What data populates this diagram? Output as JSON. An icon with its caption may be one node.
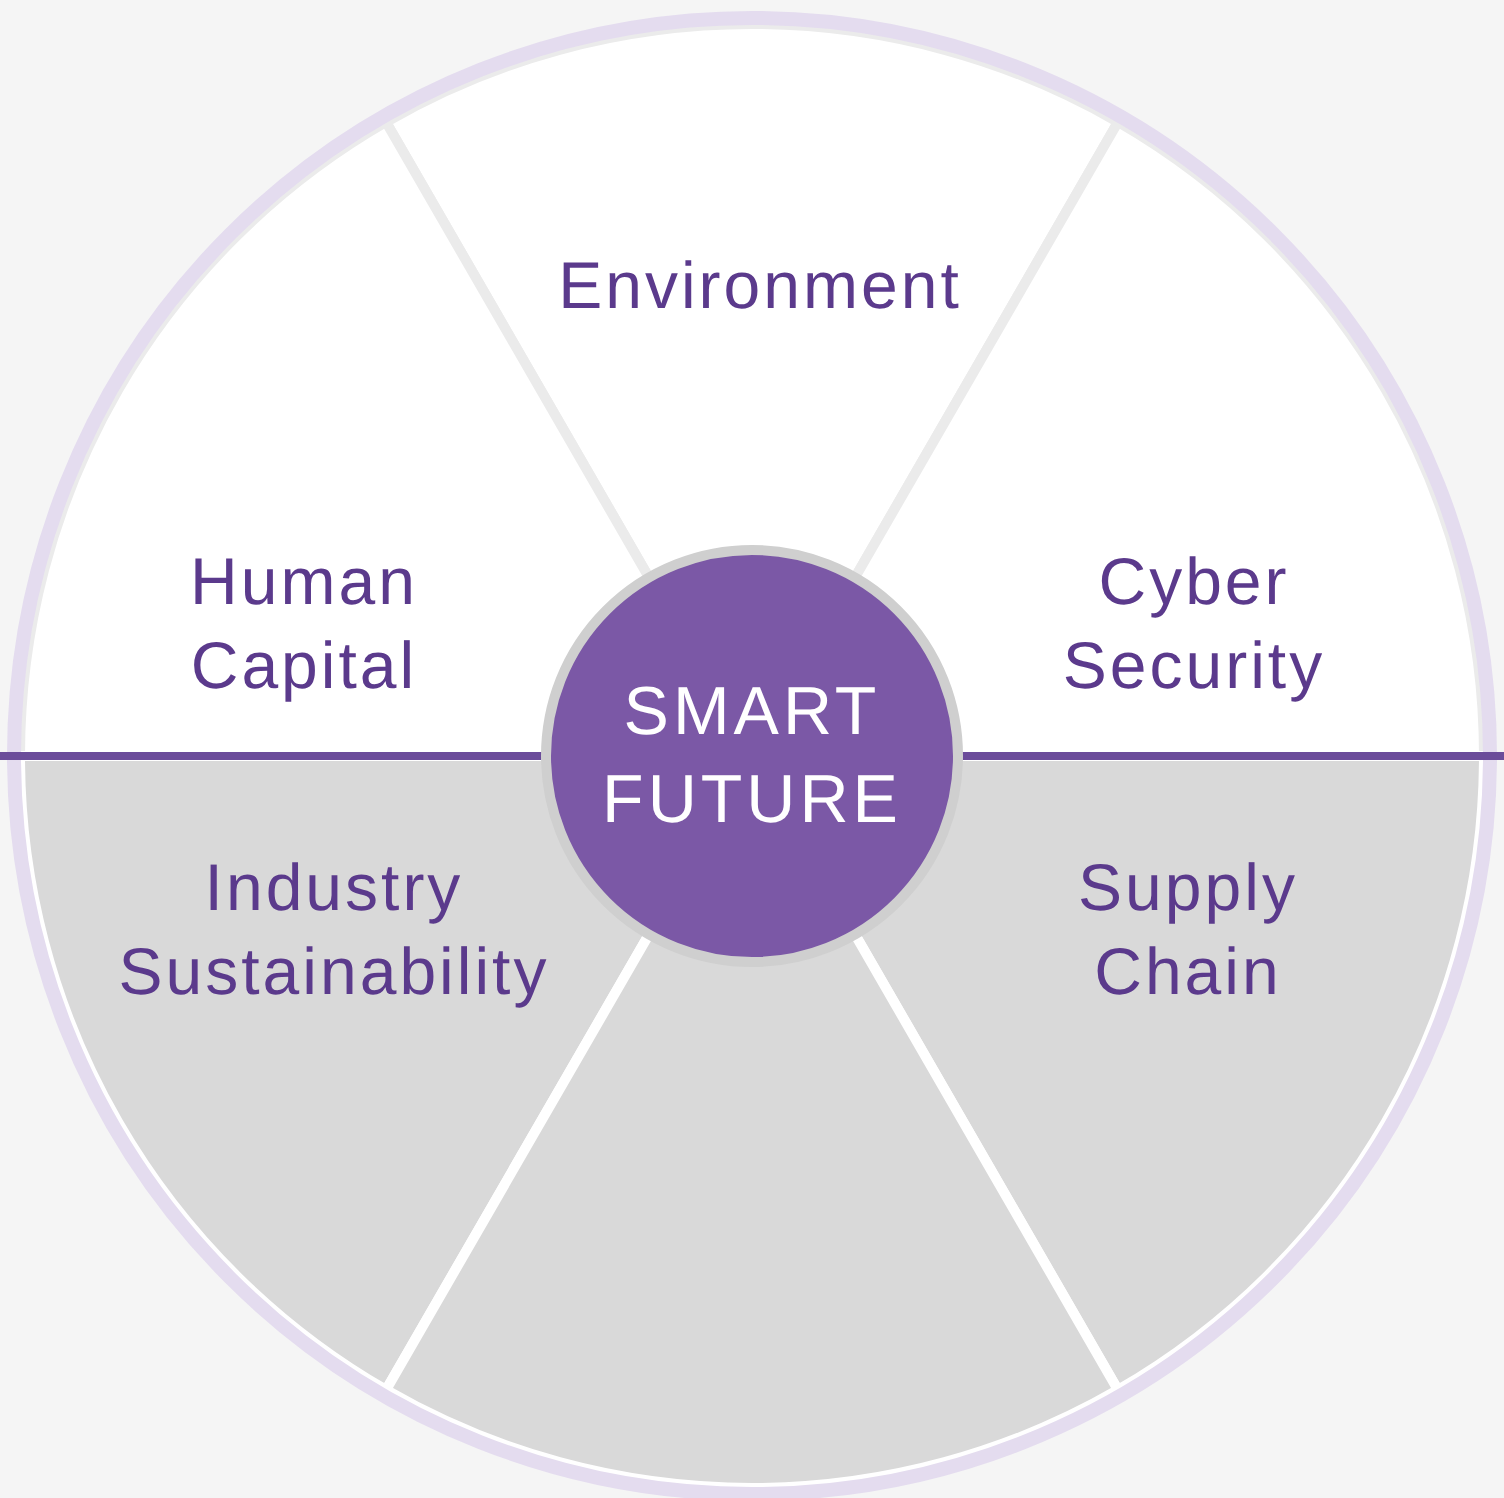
{
  "diagram": {
    "nodes": [
      {
        "text": [
          "Environment"
        ]
      },
      {
        "text": [
          "Human Capital"
        ]
      },
      {
        "text": [
          "Cyber Security"
        ]
      },
      {
        "text": [
          "SMART FUTURE"
        ]
      },
      {
        "text": [
          "Industry Sustainability"
        ]
      },
      {
        "text": [
          "Supply Chain"
        ]
      },
      {
        "text": [],
        "shape": "wedge"
      }
    ],
    "edges": []
  }
}
